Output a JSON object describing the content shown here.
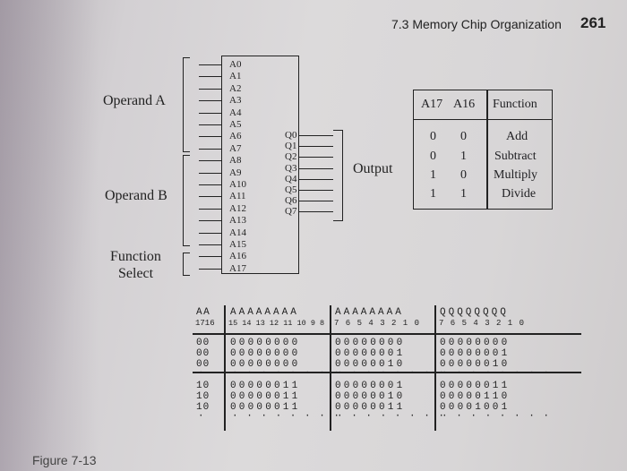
{
  "header": {
    "title": "7.3 Memory Chip Organization",
    "page_number": "261"
  },
  "labels": {
    "operand_a": "Operand A",
    "operand_b": "Operand B",
    "function": "Function",
    "select": "Select",
    "output": "Output"
  },
  "address_pins": [
    "A0",
    "A1",
    "A2",
    "A3",
    "A4",
    "A5",
    "A6",
    "A7",
    "A8",
    "A9",
    "A10",
    "A11",
    "A12",
    "A13",
    "A14",
    "A15",
    "A16",
    "A17"
  ],
  "output_pins": [
    "Q0",
    "Q1",
    "Q2",
    "Q3",
    "Q4",
    "Q5",
    "Q6",
    "Q7"
  ],
  "function_table": {
    "headers": [
      "A17",
      "A16",
      "Function"
    ],
    "rows": [
      [
        "0",
        "0",
        "Add"
      ],
      [
        "0",
        "1",
        "Subtract"
      ],
      [
        "1",
        "0",
        "Multiply"
      ],
      [
        "1",
        "1",
        "Divide"
      ]
    ]
  },
  "truth_table": {
    "header_top": [
      "AA",
      "AAAAAAAA",
      "AAAAAAAA",
      "QQQQQQQQ"
    ],
    "header_bot": [
      "1716",
      "15 14 13 12 11 10 9 8",
      "7 6 5 4 3 2 1 0",
      "7 6 5 4 3 2 1 0"
    ],
    "group1": [
      [
        "00",
        "00000000",
        "00000000",
        "00000000"
      ],
      [
        "00",
        "00000000",
        "00000001",
        "00000001"
      ],
      [
        "00",
        "00000000",
        "00000010",
        "00000010"
      ]
    ],
    "group2": [
      [
        "10",
        "00000011",
        "00000001",
        "00000011"
      ],
      [
        "10",
        "00000011",
        "00000010",
        "00000110"
      ],
      [
        "10",
        "00000011",
        "00000011",
        "00001001"
      ]
    ],
    "dots": "· · · · · · · ·"
  },
  "caption": "Figure 7-13"
}
